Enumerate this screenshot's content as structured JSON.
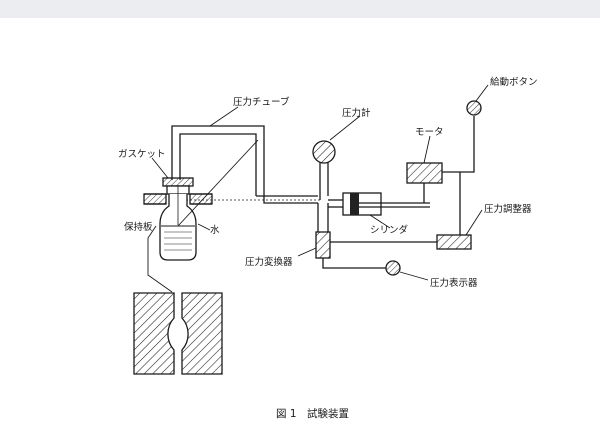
{
  "labels": {
    "pressure_tube": "圧力チューブ",
    "gasket": "ガスケット",
    "pressure_gauge": "圧力計",
    "motor": "モータ",
    "feed_button": "給動ボタン",
    "water": "水",
    "holding_plate": "保持板",
    "cylinder": "シリンダ",
    "pressure_regulator": "圧力調整器",
    "pressure_transducer": "圧力変換器",
    "pressure_display": "圧力表示器"
  },
  "caption": "図 1　試験装置"
}
